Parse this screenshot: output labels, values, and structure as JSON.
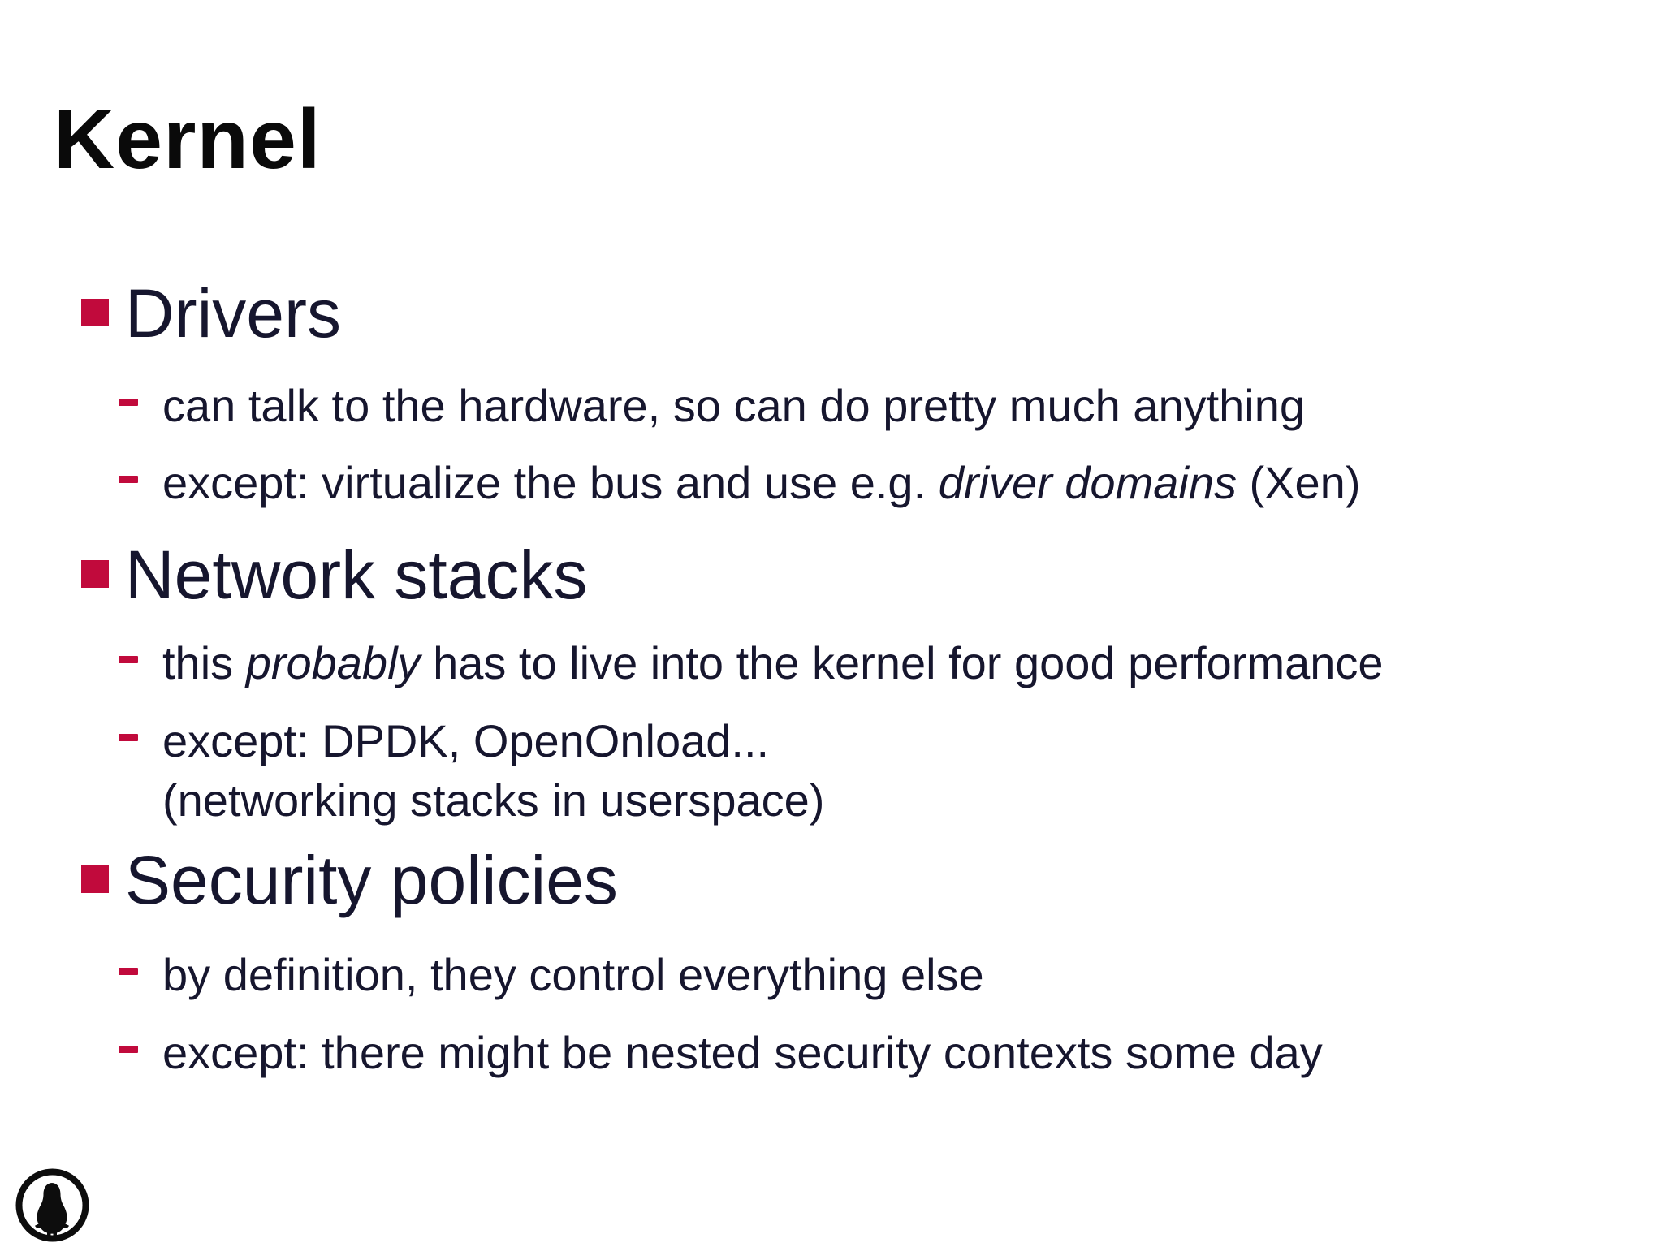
{
  "slide": {
    "title": "Kernel",
    "colors": {
      "accent": "#C10A3C",
      "body_text": "#16162E",
      "title_text": "#0A0A0A",
      "background": "#FFFFFF"
    },
    "bullets": [
      {
        "label": "Drivers",
        "subitems": [
          {
            "segments": [
              {
                "text": "can talk to the hardware, so can do pretty much anything",
                "style": "normal"
              }
            ]
          },
          {
            "segments": [
              {
                "text": "except: virtualize the bus and use e.g. ",
                "style": "normal"
              },
              {
                "text": "driver domains",
                "style": "italic"
              },
              {
                "text": " (Xen)",
                "style": "normal"
              }
            ]
          }
        ]
      },
      {
        "label": "Network stacks",
        "subitems": [
          {
            "segments": [
              {
                "text": "this ",
                "style": "normal"
              },
              {
                "text": "probably",
                "style": "italic"
              },
              {
                "text": " has to live into the kernel for good performance",
                "style": "normal"
              }
            ]
          },
          {
            "segments": [
              {
                "text": "except: DPDK, OpenOnload...",
                "style": "normal"
              },
              {
                "text": "(networking stacks in userspace)",
                "style": "normal",
                "wrapped_line": true
              }
            ]
          }
        ]
      },
      {
        "label": "Security policies",
        "subitems": [
          {
            "segments": [
              {
                "text": "by definition, they control everything else",
                "style": "normal"
              }
            ]
          },
          {
            "segments": [
              {
                "text": "except: there might be nested security contexts some day",
                "style": "normal"
              }
            ]
          }
        ]
      }
    ],
    "logo": {
      "name": "penguin-logo"
    }
  }
}
